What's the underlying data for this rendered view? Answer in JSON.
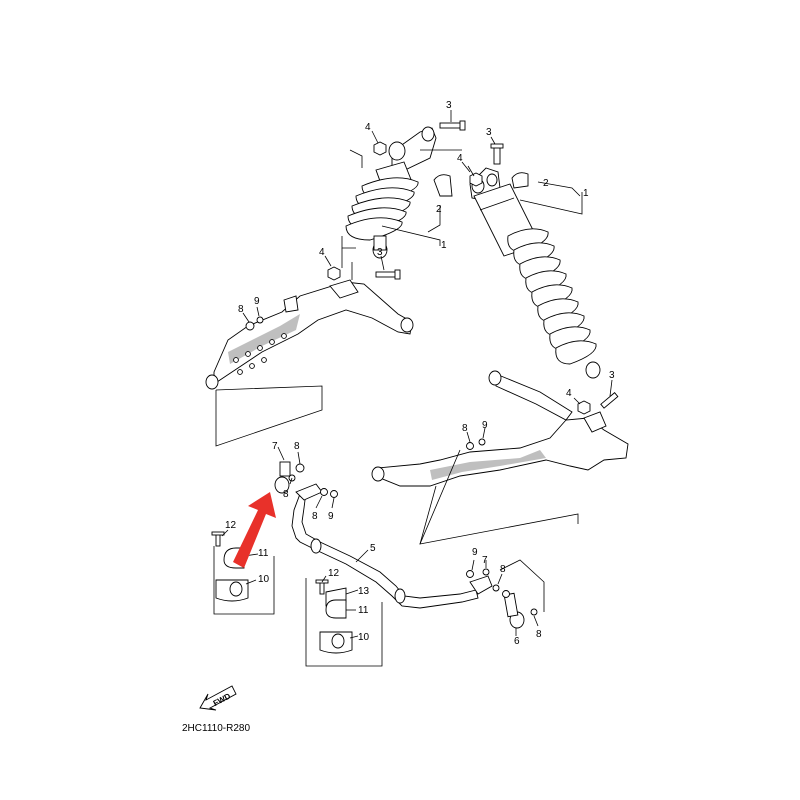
{
  "diagram": {
    "labels": {
      "shock_left_part_4_top": "4",
      "shock_left_part_3_top": "3",
      "shock_left_part_2": "2",
      "shock_left_part_1": "1",
      "shock_left_part_4_bottom": "4",
      "shock_left_part_3_bottom": "3",
      "shock_right_part_3_top": "3",
      "shock_right_part_4_top": "4",
      "shock_right_part_2": "2",
      "shock_right_part_1": "1",
      "shock_right_part_4_bottom": "4",
      "shock_right_part_3_bottom": "3",
      "left_arm_part_8": "8",
      "left_arm_part_9": "9",
      "right_arm_part_8": "8",
      "right_arm_part_9": "9",
      "link_left_part_7": "7",
      "link_left_part_8_top": "8",
      "link_left_part_8_mid": "8",
      "link_left_part_8_bracket": "8",
      "link_left_part_9_bracket": "9",
      "stabilizer_part_5": "5",
      "bushing_left_part_12": "12",
      "bushing_left_part_11": "11",
      "bushing_left_part_10": "10",
      "bushing_right_part_12": "12",
      "bushing_right_part_13": "13",
      "bushing_right_part_11": "11",
      "bushing_right_part_10": "10",
      "link_right_part_9": "9",
      "link_right_part_8_top": "8",
      "link_right_part_7": "7",
      "link_right_part_6": "6",
      "link_right_part_8_bottom": "8"
    },
    "fwd_label": "FWD",
    "diagram_code": "2HC1110-R280",
    "highlight_color": "#e8312a"
  }
}
